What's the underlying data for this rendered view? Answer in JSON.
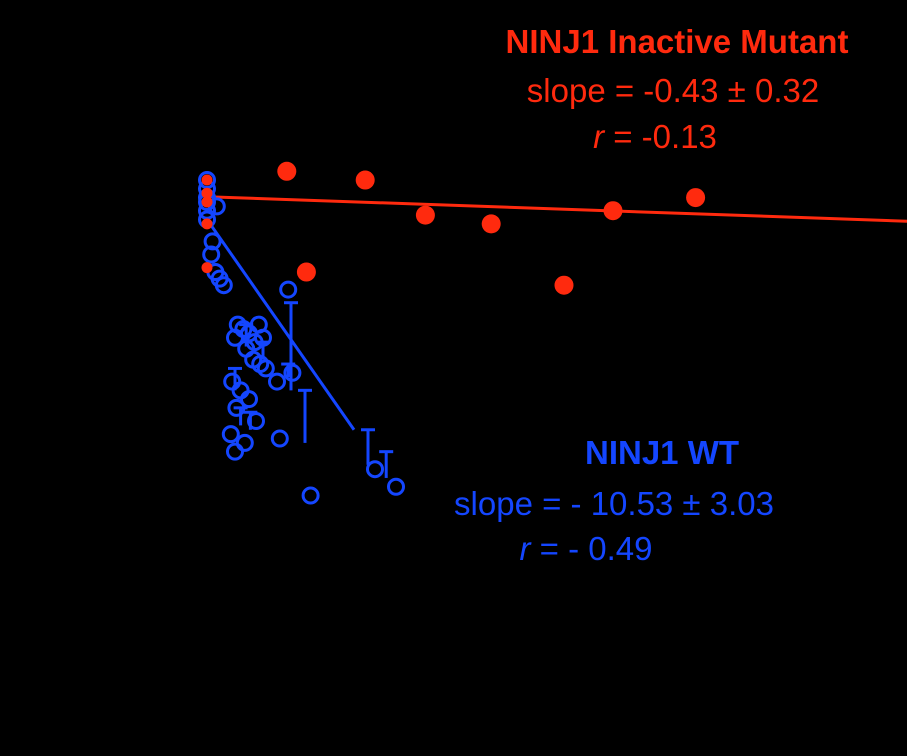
{
  "chart_data": {
    "type": "scatter",
    "series": [
      {
        "name": "NINJ1 Inactive Mutant",
        "color": "#ff2a0e",
        "marker": "filled-circle",
        "annotation": {
          "title": "NINJ1 Inactive Mutant",
          "slope_text": "slope = -0.43 ± 0.32",
          "r_symbol": "r",
          "r_value_text": " = -0.13"
        },
        "fit": {
          "x": [
            0.0,
            0.5
          ],
          "y": [
            8.2,
            2.6
          ]
        },
        "points": [
          {
            "x": 0.0,
            "y": 12.0
          },
          {
            "x": 0.0,
            "y": 9.0
          },
          {
            "x": 0.0,
            "y": 7.0
          },
          {
            "x": 0.0,
            "y": 2.0
          },
          {
            "x": 0.0,
            "y": -8.0
          },
          {
            "x": 0.057,
            "y": 14.0
          },
          {
            "x": 0.113,
            "y": 12.0
          },
          {
            "x": 0.071,
            "y": -9.0
          },
          {
            "x": 0.156,
            "y": 4.0
          },
          {
            "x": 0.203,
            "y": 2.0
          },
          {
            "x": 0.255,
            "y": -12.0
          },
          {
            "x": 0.29,
            "y": 5.0
          },
          {
            "x": 0.349,
            "y": 8.0
          }
        ]
      },
      {
        "name": "NINJ1 WT",
        "color": "#1446ff",
        "marker": "open-circle",
        "annotation": {
          "title": "NINJ1 WT",
          "slope_text": "slope = - 10.53 ± 3.03",
          "r_symbol": "r",
          "r_value_text": " = - 0.49"
        },
        "fit": {
          "x": [
            0.0,
            0.105
          ],
          "y": [
            3.0,
            -45.0
          ]
        },
        "points": [
          {
            "x": 0.0,
            "y": 12.0
          },
          {
            "x": 0.0,
            "y": 10.0
          },
          {
            "x": 0.0,
            "y": 8.0
          },
          {
            "x": 0.0,
            "y": 7.0
          },
          {
            "x": 0.0,
            "y": 5.0
          },
          {
            "x": 0.0,
            "y": 3.0
          },
          {
            "x": 0.007,
            "y": 6.0
          },
          {
            "x": 0.004,
            "y": -2.0
          },
          {
            "x": 0.003,
            "y": -5.0
          },
          {
            "x": 0.006,
            "y": -9.0
          },
          {
            "x": 0.009,
            "y": -10.5
          },
          {
            "x": 0.012,
            "y": -12.0
          },
          {
            "x": 0.058,
            "y": -13.0
          },
          {
            "x": 0.022,
            "y": -21.0
          },
          {
            "x": 0.026,
            "y": -22.0
          },
          {
            "x": 0.03,
            "y": -23.0
          },
          {
            "x": 0.037,
            "y": -21.0
          },
          {
            "x": 0.02,
            "y": -24.0
          },
          {
            "x": 0.028,
            "y": -26.5
          },
          {
            "x": 0.034,
            "y": -25.0
          },
          {
            "x": 0.04,
            "y": -24.0
          },
          {
            "x": 0.033,
            "y": -29.0
          },
          {
            "x": 0.038,
            "y": -30.0
          },
          {
            "x": 0.042,
            "y": -31.0
          },
          {
            "x": 0.018,
            "y": -34.0
          },
          {
            "x": 0.024,
            "y": -36.0
          },
          {
            "x": 0.03,
            "y": -38.0
          },
          {
            "x": 0.035,
            "y": -43.0
          },
          {
            "x": 0.05,
            "y": -34.0
          },
          {
            "x": 0.061,
            "y": -32.0
          },
          {
            "x": 0.021,
            "y": -40.0
          },
          {
            "x": 0.017,
            "y": -46.0
          },
          {
            "x": 0.02,
            "y": -50.0
          },
          {
            "x": 0.027,
            "y": -48.0
          },
          {
            "x": 0.052,
            "y": -47.0
          },
          {
            "x": 0.074,
            "y": -60.0
          },
          {
            "x": 0.12,
            "y": -54.0
          },
          {
            "x": 0.135,
            "y": -58.0
          }
        ],
        "error_bars": [
          {
            "x": 0.02,
            "y": -36.0,
            "err": 5.0
          },
          {
            "x": 0.028,
            "y": -26.0,
            "err": 5.0
          },
          {
            "x": 0.04,
            "y": -29.0,
            "err": 4.0
          },
          {
            "x": 0.024,
            "y": -44.0,
            "err": 4.0
          },
          {
            "x": 0.031,
            "y": -45.0,
            "err": 4.0
          },
          {
            "x": 0.058,
            "y": -33.0,
            "err": 3.0
          },
          {
            "x": 0.06,
            "y": -36.0,
            "err": 20.0
          },
          {
            "x": 0.07,
            "y": -48.0,
            "err": 12.0
          },
          {
            "x": 0.115,
            "y": -53.0,
            "err": 8.0
          },
          {
            "x": 0.128,
            "y": -56.0,
            "err": 6.0
          }
        ]
      }
    ],
    "xlim": [
      -0.005,
      0.5
    ],
    "ylim": [
      -85,
      20
    ],
    "grid": false
  }
}
